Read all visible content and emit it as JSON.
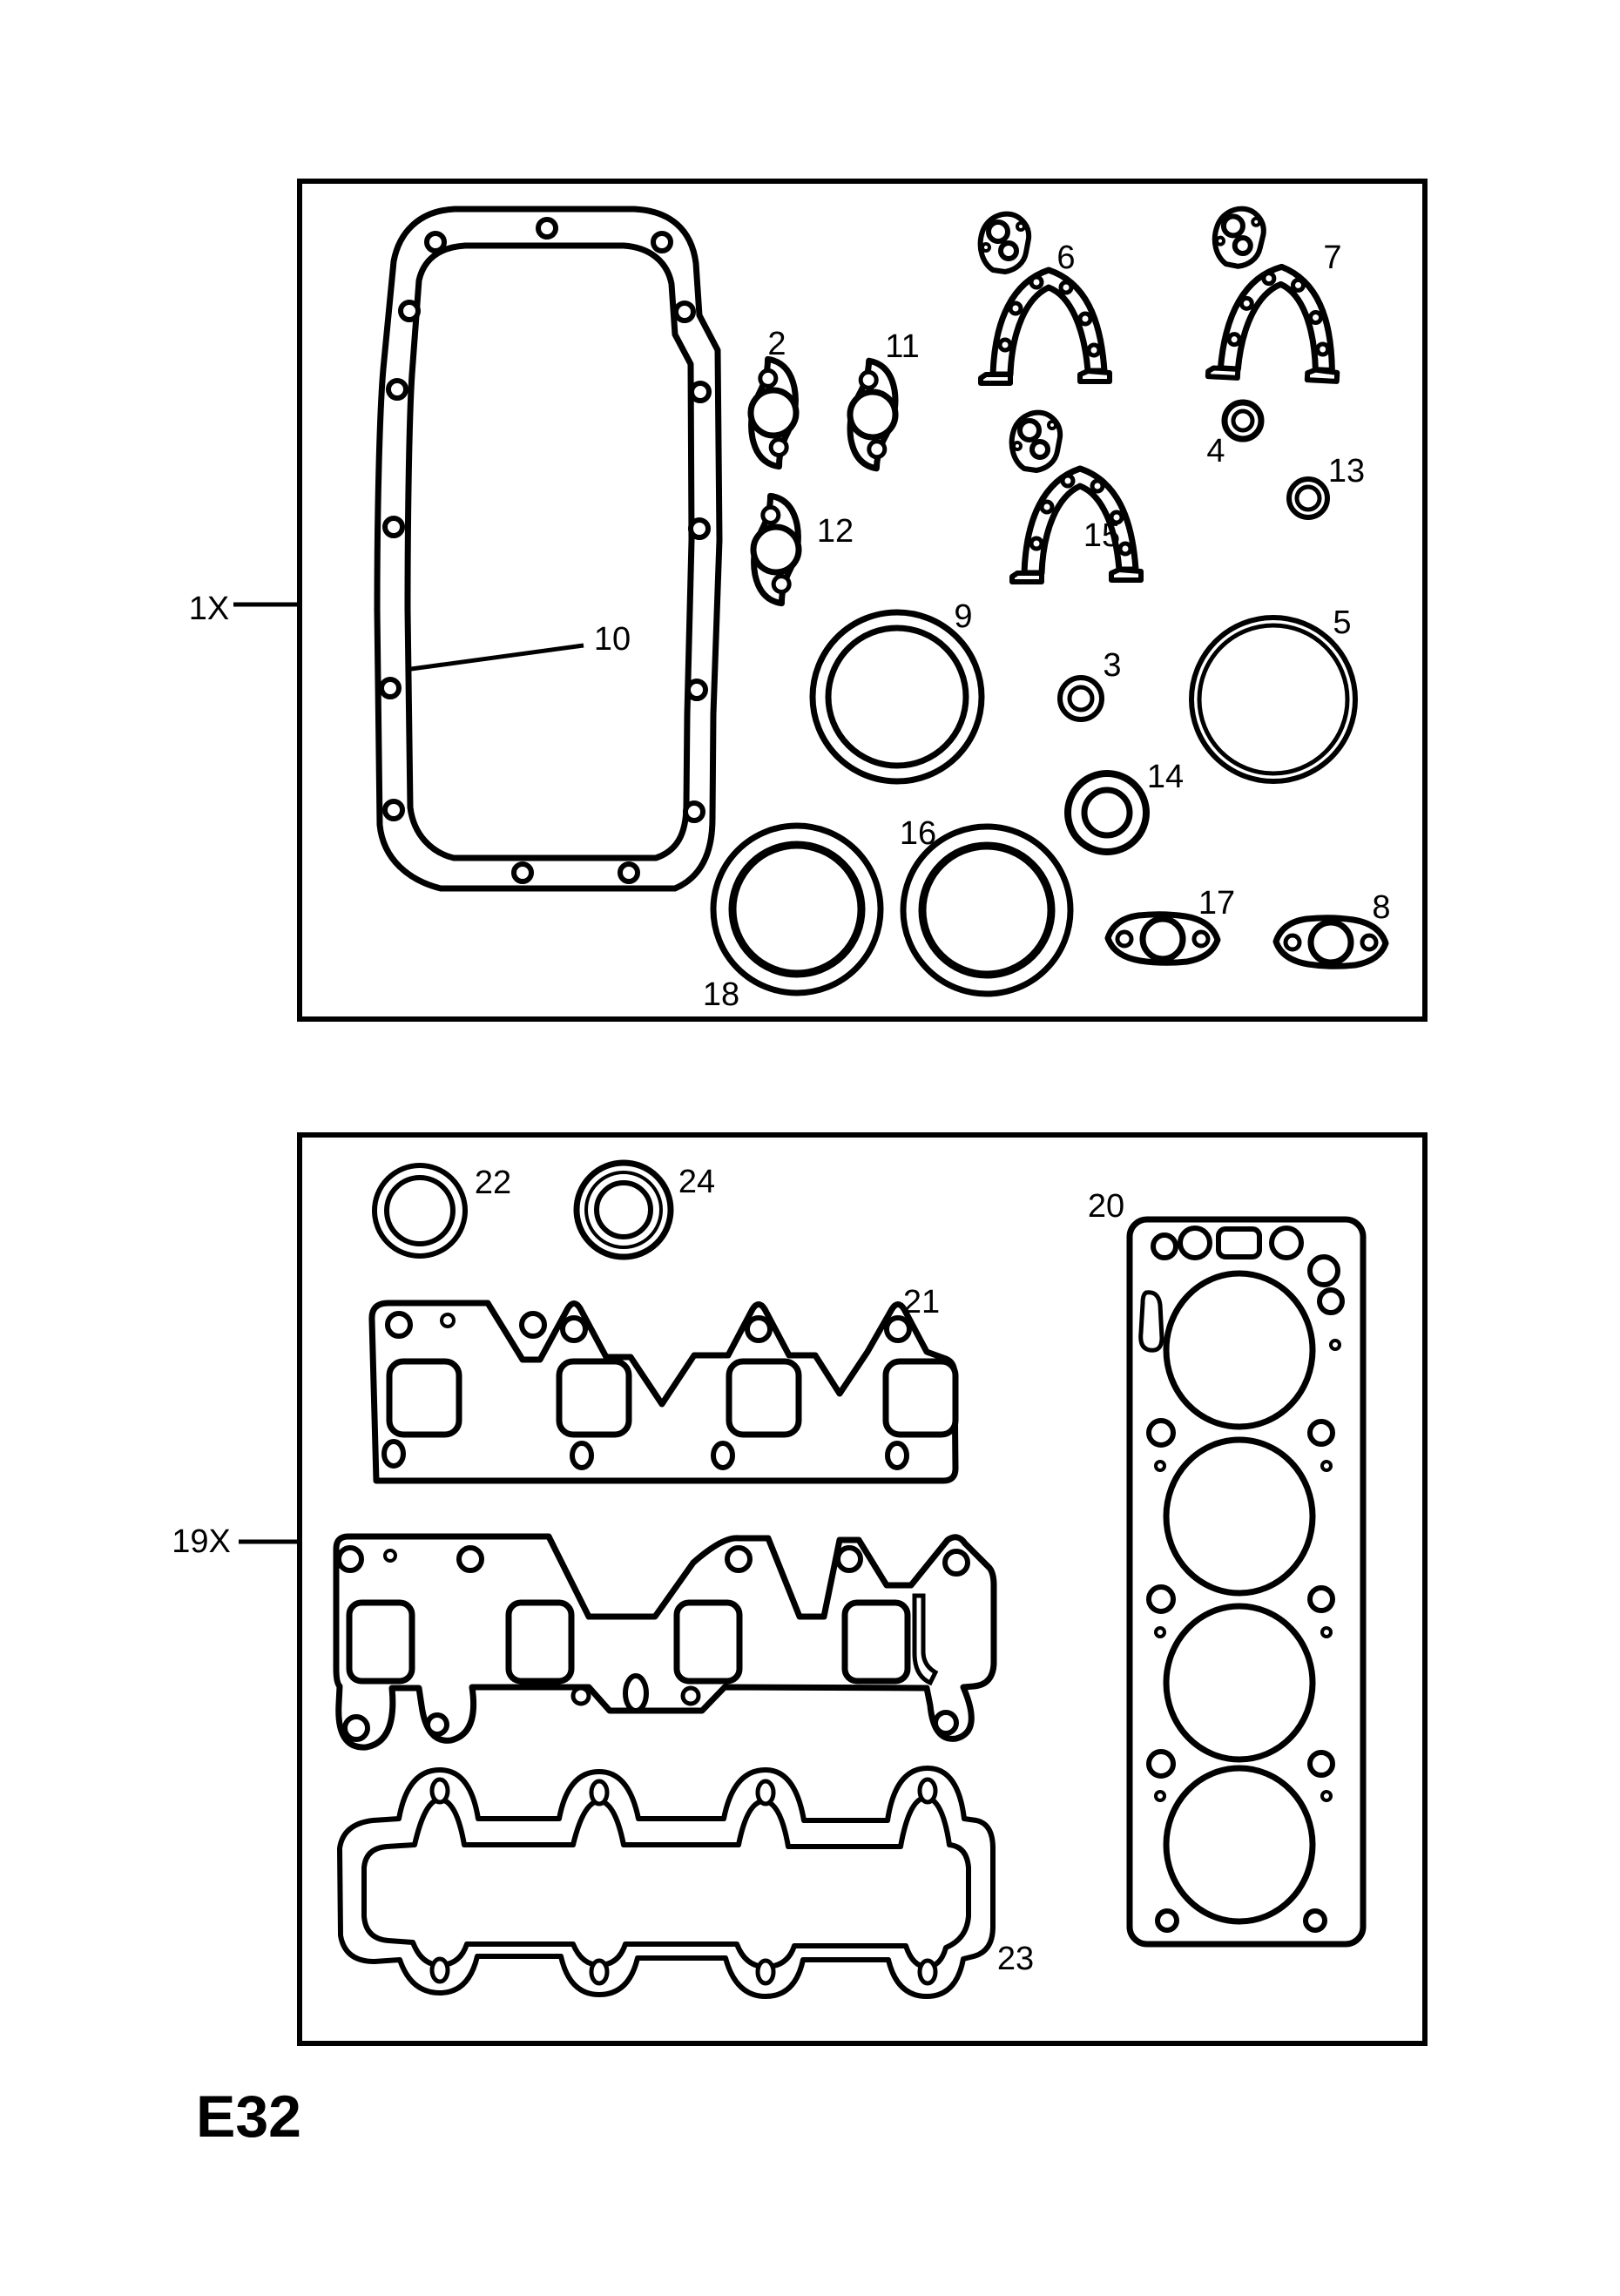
{
  "page": {
    "code": "E32"
  },
  "ink": "#000000",
  "background": "#ffffff",
  "panel1": {
    "multiplier": "1X",
    "parts": {
      "2": "2",
      "3": "3",
      "4": "4",
      "5": "5",
      "6": "6",
      "7": "7",
      "8": "8",
      "9": "9",
      "10": "10",
      "11": "11",
      "12": "12",
      "13": "13",
      "14": "14",
      "15": "15",
      "16": "16",
      "17": "17",
      "18": "18"
    }
  },
  "panel2": {
    "multiplier": "19X",
    "parts": {
      "20": "20",
      "21": "21",
      "22": "22",
      "23": "23",
      "24": "24"
    }
  }
}
